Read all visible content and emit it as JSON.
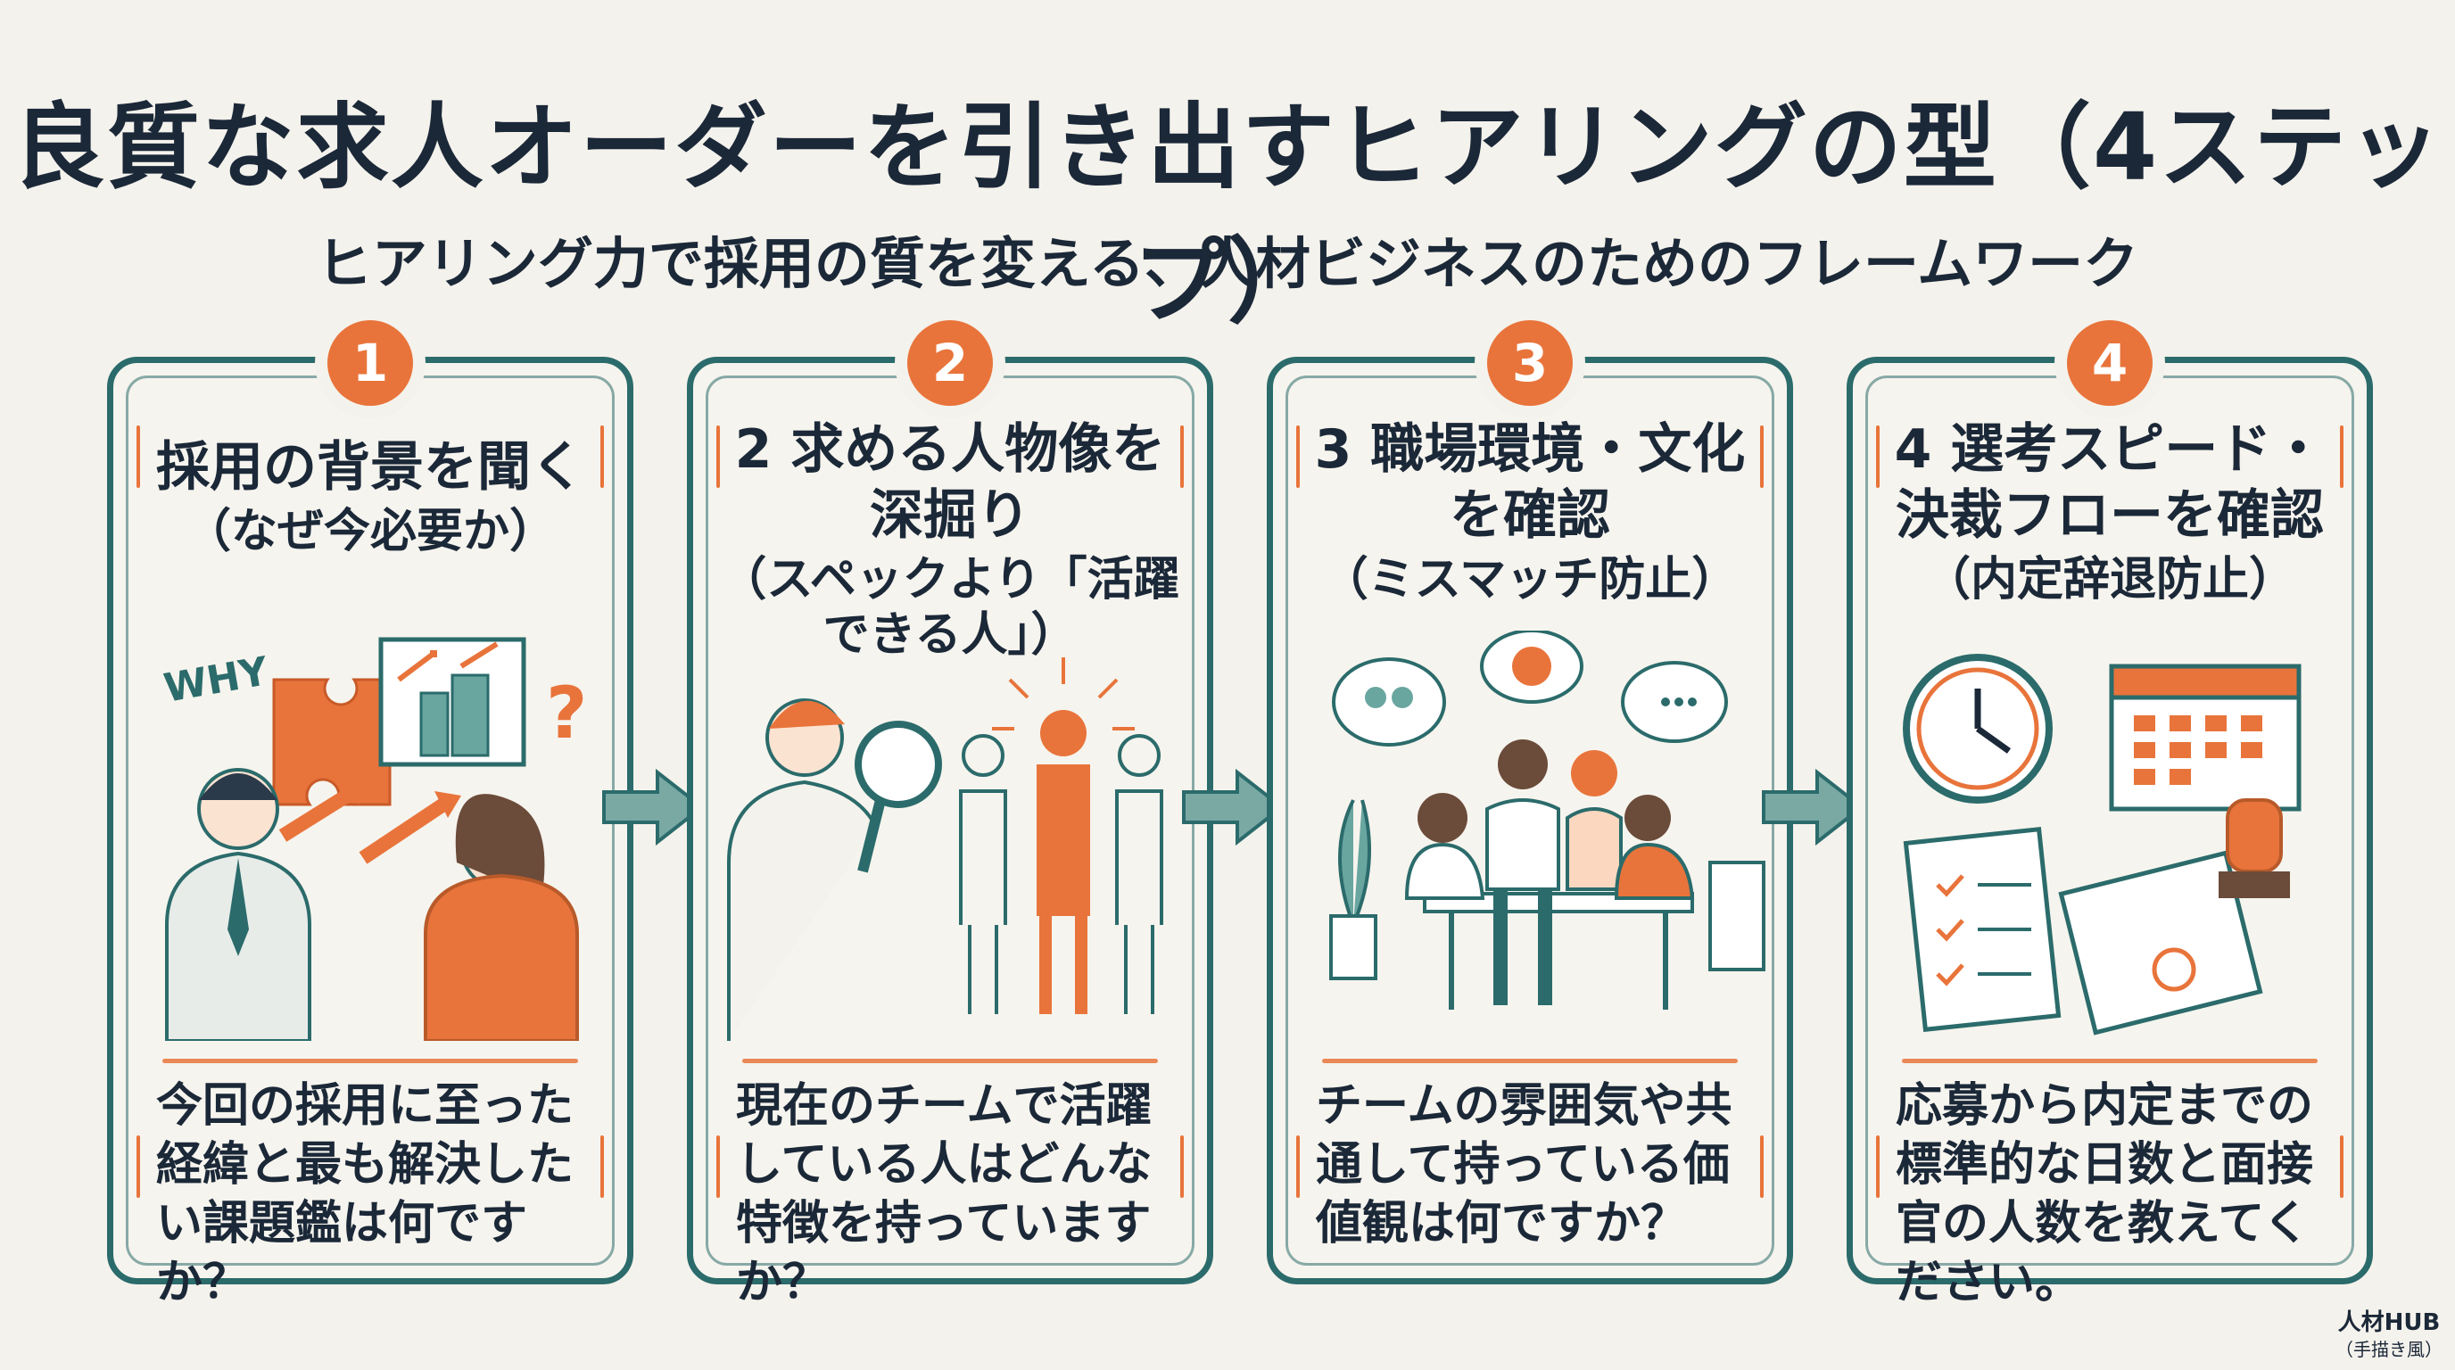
{
  "title": "良質な求人オーダーを引き出すヒアリングの型（4ステップ）",
  "subtitle": "ヒアリング力で採用の質を変える、人材ビジネスのためのフレームワーク",
  "colors": {
    "teal": "#2b6b6b",
    "orange": "#e8743b",
    "background": "#f4f2ec",
    "text": "#1b2838"
  },
  "steps": [
    {
      "number": "1",
      "heading": "採用の背景を聞く",
      "subheading": "（なぜ今必要か）",
      "illustration_text": "WHY",
      "illustration": "two-people-discussion-puzzle-building-icon",
      "question": "今回の採用に至った経緯と最も解決したい課題鑑は何ですか？"
    },
    {
      "number": "2",
      "heading": "2 求める人物像を深掘り",
      "subheading": "（スペックより「活躍できる人」）",
      "illustration": "magnifying-glass-candidates-icon",
      "question": "現在のチームで活躍している人はどんな特徴を持っていますか？"
    },
    {
      "number": "3",
      "heading": "3 職場環境・文化を確認",
      "subheading": "（ミスマッチ防止）",
      "illustration": "team-meeting-office-icon",
      "question": "チームの雰囲気や共通して持っている価値観は何ですか？"
    },
    {
      "number": "4",
      "heading": "4 選考スピード・決裁フローを確認",
      "subheading": "（内定辞退防止）",
      "illustration": "clock-calendar-checklist-stamp-icon",
      "question": "応募から内定までの標準的な日数と面接官の人数を教えてください。"
    }
  ],
  "watermark": {
    "brand": "人材HUB",
    "note": "（手描き風）"
  }
}
